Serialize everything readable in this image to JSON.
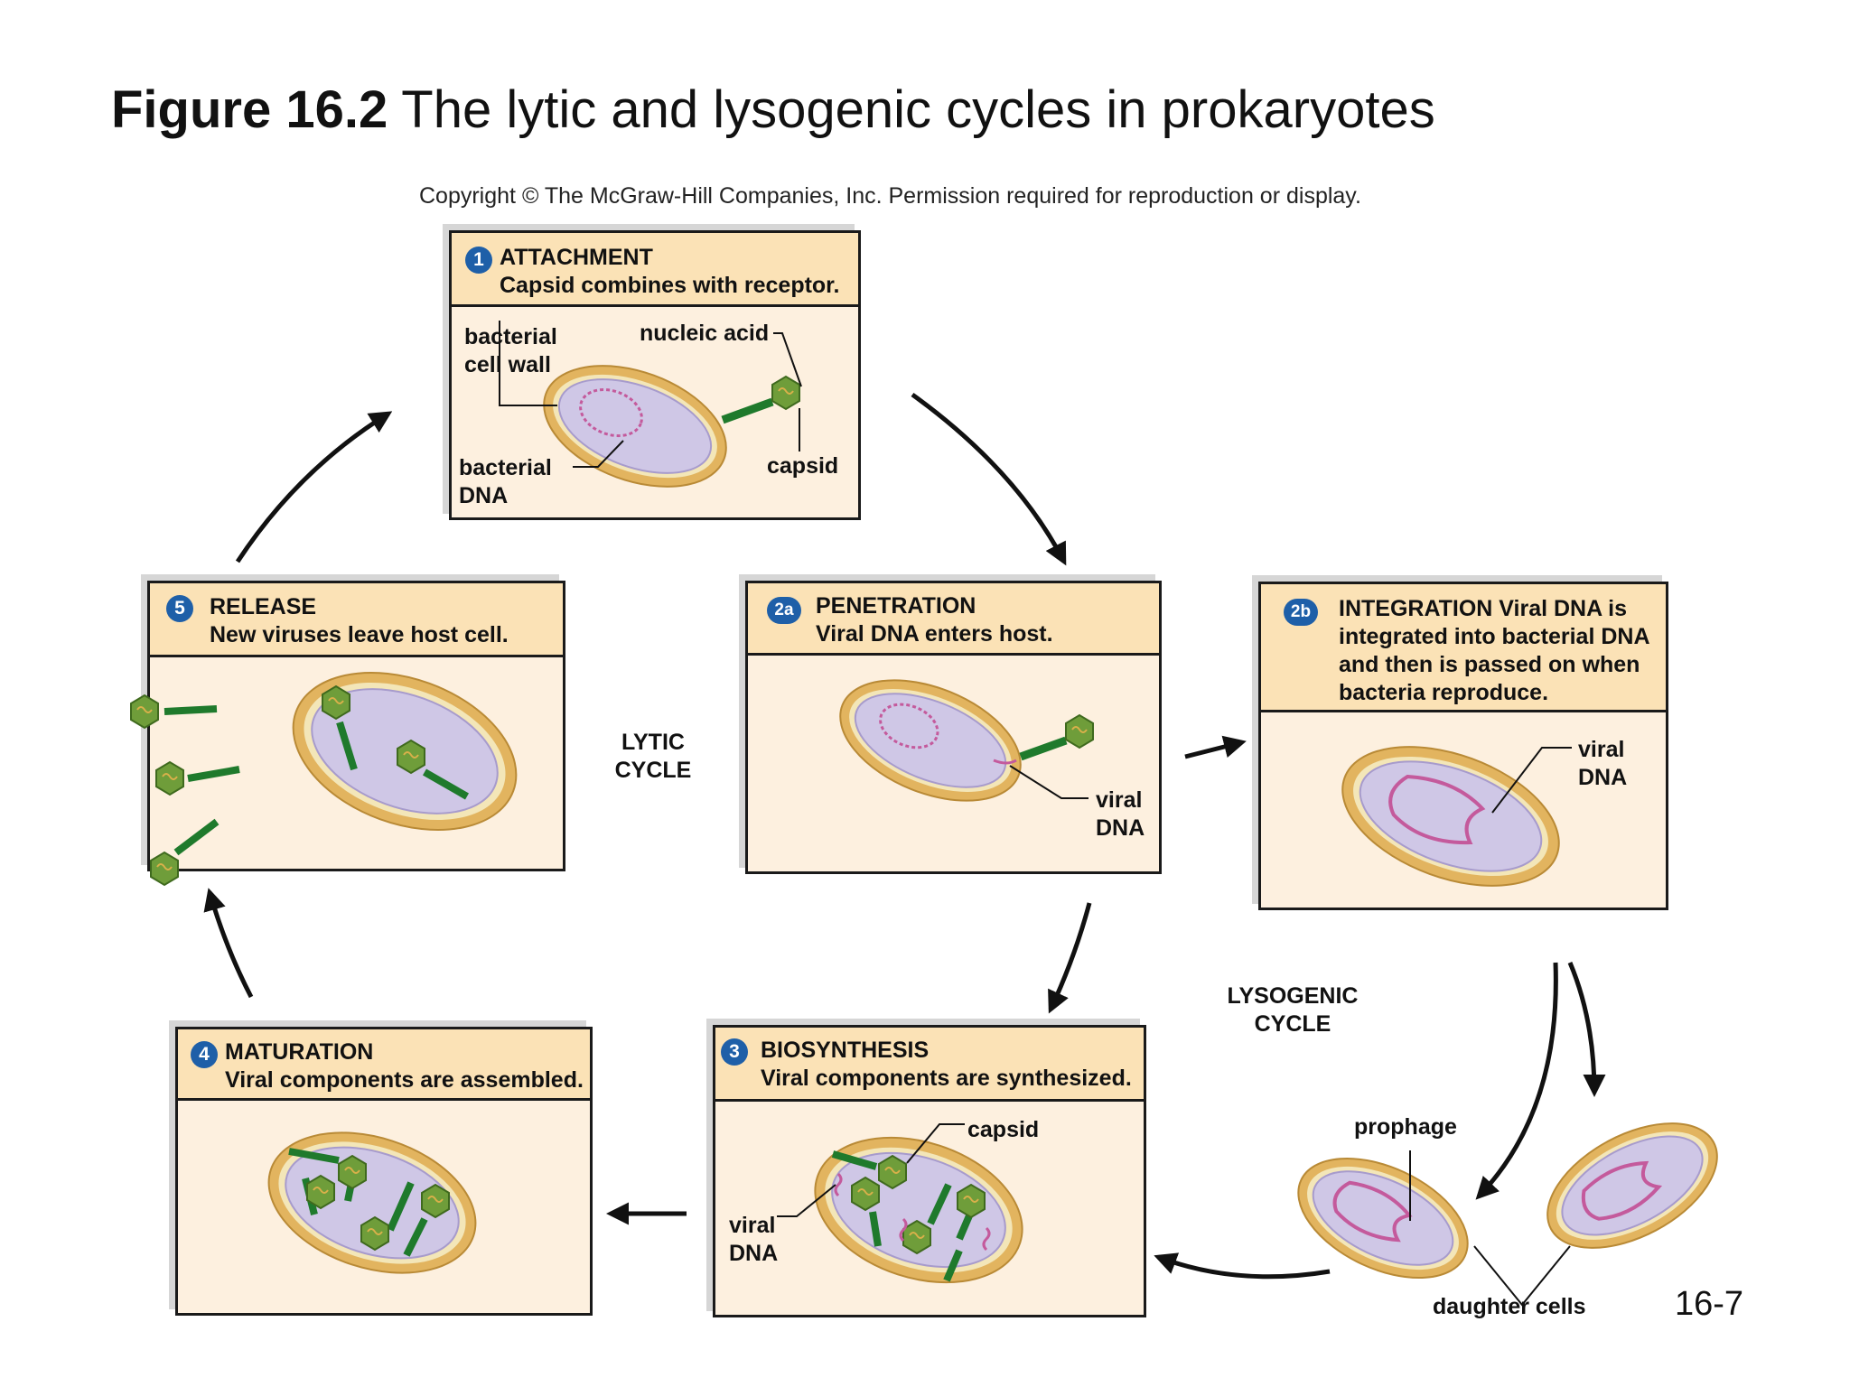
{
  "title": {
    "bold": "Figure 16.2",
    "rest": " The lytic and lysogenic cycles in prokaryotes"
  },
  "copyright": "Copyright © The McGraw-Hill Companies, Inc. Permission required for reproduction or display.",
  "panels": {
    "attachment": {
      "badge": "1",
      "heading": "ATTACHMENT",
      "subtitle": "Capsid combines with receptor.",
      "labels": {
        "cell_wall": [
          "bacterial",
          "cell wall"
        ],
        "nucleic_acid": "nucleic acid",
        "bacterial_dna": [
          "bacterial",
          "DNA"
        ],
        "capsid": "capsid"
      }
    },
    "penetration": {
      "badge": "2a",
      "heading": "PENETRATION",
      "subtitle": "Viral DNA enters host.",
      "labels": {
        "viral_dna": [
          "viral",
          "DNA"
        ]
      }
    },
    "integration": {
      "badge": "2b",
      "lines": [
        "INTEGRATION Viral DNA is",
        "integrated into bacterial DNA",
        "and then is passed on when",
        "bacteria reproduce."
      ],
      "labels": {
        "viral_dna": [
          "viral",
          "DNA"
        ]
      }
    },
    "biosynthesis": {
      "badge": "3",
      "heading": "BIOSYNTHESIS",
      "subtitle": "Viral components are synthesized.",
      "labels": {
        "capsid": "capsid",
        "viral_dna": [
          "viral",
          "DNA"
        ]
      }
    },
    "maturation": {
      "badge": "4",
      "heading": "MATURATION",
      "subtitle": "Viral components are assembled."
    },
    "release": {
      "badge": "5",
      "heading": "RELEASE",
      "subtitle": "New viruses leave host cell."
    }
  },
  "cycles": {
    "lytic": [
      "LYTIC",
      "CYCLE"
    ],
    "lysogenic": [
      "LYSOGENIC",
      "CYCLE"
    ]
  },
  "lysogenic_labels": {
    "prophage": "prophage",
    "daughter_cells": "daughter cells"
  },
  "page_number": "16-7",
  "colors": {
    "panel_bg": "#fdf0df",
    "header_bg": "#fbe2b6",
    "badge": "#1e5fa8",
    "cell_wall": "#e2b45f",
    "cytoplasm": "#cfc7e6",
    "dna": "#c45a9c",
    "virus": "#6f9d3a",
    "tail": "#1f7a2c"
  }
}
